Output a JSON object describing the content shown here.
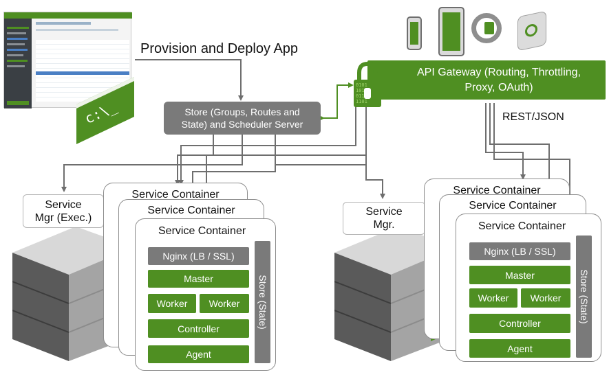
{
  "provision_label": "Provision and Deploy App",
  "terminal_prompt": "c:\\_",
  "store_server": {
    "line1": "Store (Groups, Routes and",
    "line2": "State) and Scheduler Server"
  },
  "api_gateway": {
    "line1": "API Gateway (Routing, Throttling,",
    "line2": "Proxy, OAuth)"
  },
  "rest_label": "REST/JSON",
  "left_host": {
    "service_mgr": {
      "line1": "Service",
      "line2": "Mgr (Exec.)"
    },
    "containers": [
      "Service Container",
      "Service Container",
      "Service Container"
    ],
    "nginx": "Nginx  (LB / SSL)",
    "master": "Master",
    "worker1": "Worker",
    "worker2": "Worker",
    "controller": "Controller",
    "agent": "Agent",
    "store": "Store (State)"
  },
  "right_host": {
    "service_mgr": {
      "line1": "Service",
      "line2": "Mgr."
    },
    "containers": [
      "Service Container",
      "Service Container",
      "Service Container"
    ],
    "nginx": "Nginx  (LB / SSL)",
    "master": "Master",
    "worker1": "Worker",
    "worker2": "Worker",
    "controller": "Controller",
    "agent": "Agent",
    "store": "Store (State)"
  },
  "colors": {
    "green": "#4f8f22",
    "gray_box": "#7a7a7a",
    "connector": "#6e6e6e",
    "arrow_green": "#4f8f22"
  },
  "icons": [
    "phone-icon",
    "tablet-icon",
    "wearable-icon",
    "iot-device-icon",
    "padlock-icon",
    "server-rack-icon",
    "terminal-icon",
    "admin-console-thumbnail"
  ]
}
